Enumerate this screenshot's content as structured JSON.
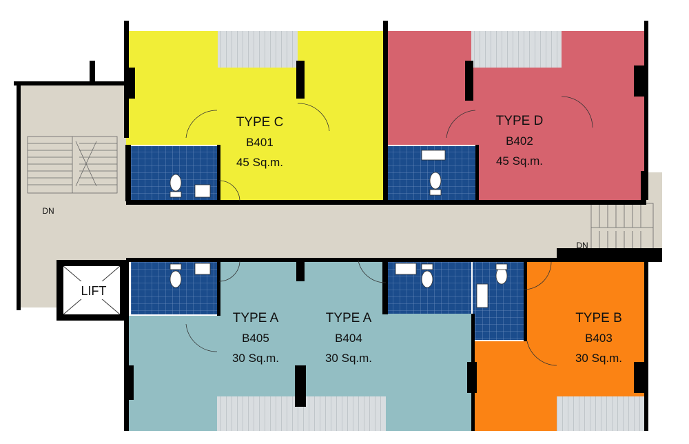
{
  "colors": {
    "type_a": "#93bec3",
    "type_b": "#fb8314",
    "type_c": "#f1ee37",
    "type_d": "#d6636e",
    "corridor": "#dad5c9",
    "bathroom": "#1b4c8c",
    "wall": "#000000",
    "balcony": "#d9dde0"
  },
  "units": [
    {
      "key": "b401",
      "type": "TYPE C",
      "number": "B401",
      "area": "45 Sq.m."
    },
    {
      "key": "b402",
      "type": "TYPE D",
      "number": "B402",
      "area": "45 Sq.m."
    },
    {
      "key": "b403",
      "type": "TYPE B",
      "number": "B403",
      "area": "30 Sq.m."
    },
    {
      "key": "b404",
      "type": "TYPE A",
      "number": "B404",
      "area": "30 Sq.m."
    },
    {
      "key": "b405",
      "type": "TYPE A",
      "number": "B405",
      "area": "30 Sq.m."
    }
  ],
  "labels": {
    "stair_left_dn": "DN",
    "stair_right_dn": "DN",
    "lift": "LIFT"
  }
}
